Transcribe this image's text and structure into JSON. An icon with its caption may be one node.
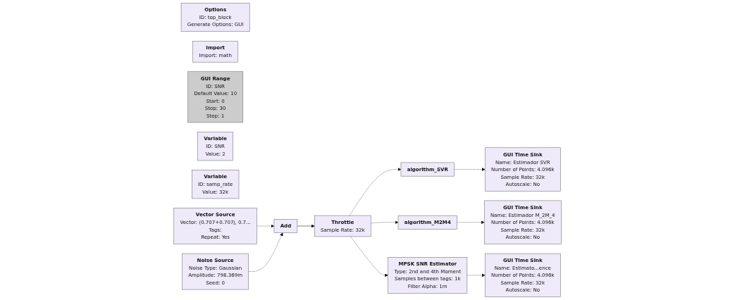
{
  "diagram": {
    "nodes": [
      {
        "text": [
          "Options",
          "ID: top_block",
          "Generate Options: GUI"
        ]
      },
      {
        "text": [
          "Import",
          "Import: math"
        ]
      },
      {
        "text": [
          "GUI Range",
          "ID: SNR",
          "Default Value: 10",
          "Start: 0",
          "Stop: 30",
          "Step: 1"
        ]
      },
      {
        "text": [
          "Variable",
          "ID: SNR",
          "Value: 2"
        ]
      },
      {
        "text": [
          "Variable",
          "ID: samp_rate",
          "Value: 32k"
        ]
      },
      {
        "text": [
          "algorithm_SVR"
        ]
      },
      {
        "text": [
          "GUI Time Sink",
          "Name: Estimador SVR",
          "Number of Points: 4.096k",
          "Sample Rate: 32k",
          "Autoscale: No"
        ]
      },
      {
        "text": [
          "Vector Source",
          "Vector: (0.707+0.707j, 0.7...",
          "Tags:",
          "Repeat: Yes"
        ]
      },
      {
        "text": [
          "Add"
        ]
      },
      {
        "text": [
          "Throttle",
          "Sample Rate: 32k"
        ]
      },
      {
        "text": [
          "algorithm_M2M4"
        ]
      },
      {
        "text": [
          "GUI Time Sink",
          "Name: Estimador M_2M_4",
          "Number of Points: 4.096k",
          "Sample Rate: 32k",
          "Autoscale: No"
        ]
      },
      {
        "text": [
          "Noise Source",
          "Noise Type: Gaussian",
          "Amplitude: 798.369m",
          "Seed: 0"
        ]
      },
      {
        "text": [
          "MPSK SNR Estimator",
          "Type: 2nd and 4th Moment",
          "Samples between tags: 1k",
          "Filter Alpha: 1m"
        ]
      },
      {
        "text": [
          "GUI Time Sink",
          "Name: Estimato...ence",
          "Number of Points: 4.096k",
          "Sample Rate: 32k",
          "Autoscale: No"
        ]
      }
    ],
    "edges": [
      {
        "from": 7,
        "to": 8,
        "arrow": "to",
        "style": "dashed"
      },
      {
        "from": 12,
        "to": 8,
        "arrow": "to",
        "style": "dashed"
      },
      {
        "from": 8,
        "to": 9,
        "arrow": "to"
      },
      {
        "from": 9,
        "to": 5,
        "arrow": "to",
        "style": "dashed"
      },
      {
        "from": 9,
        "to": 10,
        "arrow": "to",
        "style": "dashed"
      },
      {
        "from": 9,
        "to": 13,
        "arrow": "to",
        "style": "dashed"
      },
      {
        "from": 5,
        "to": 6,
        "arrow": "to",
        "style": "dashed"
      },
      {
        "from": 10,
        "to": 11,
        "arrow": "to",
        "style": "dashed"
      },
      {
        "from": 13,
        "to": 14,
        "arrow": "to",
        "style": "dashed"
      }
    ]
  }
}
